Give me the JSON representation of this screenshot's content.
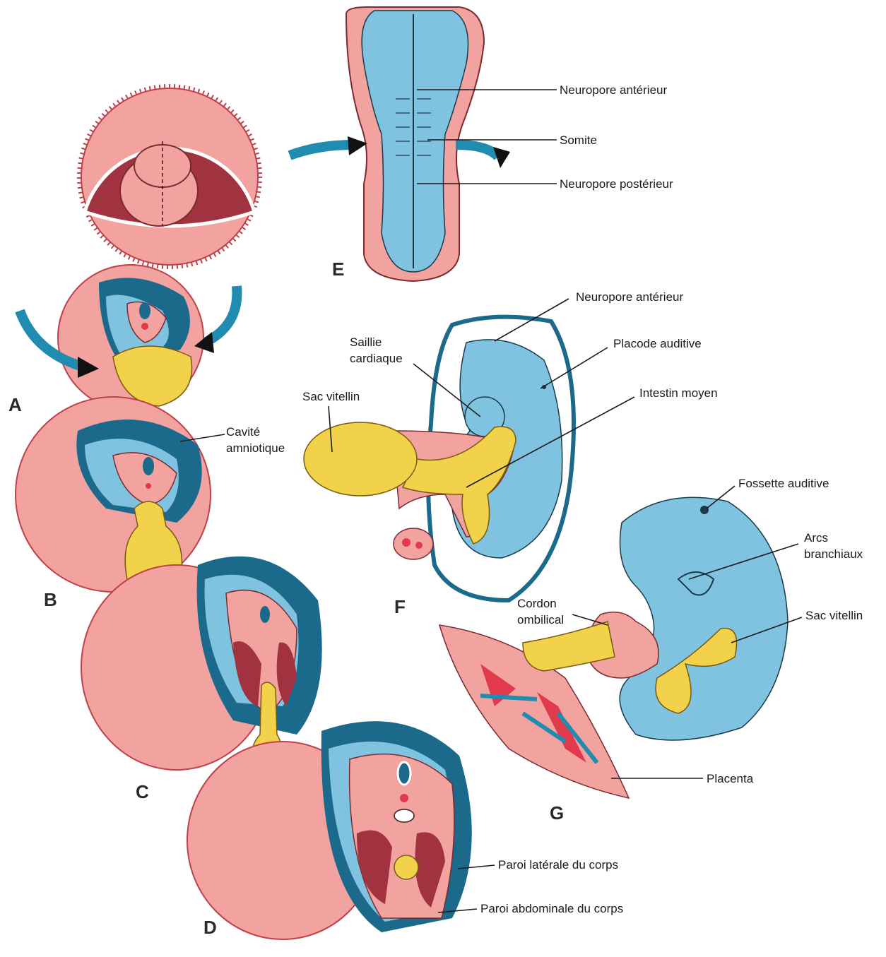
{
  "colors": {
    "pink": "#f2a3a0",
    "pink_dark": "#c0404a",
    "red": "#e23a4c",
    "blue_light": "#7fc3e0",
    "blue_dark": "#1b6a8c",
    "yellow": "#f2d24a",
    "maroon": "#a1323f"
  },
  "panels": {
    "a": "A",
    "b": "B",
    "c": "C",
    "d": "D",
    "e": "E",
    "f": "F",
    "g": "G"
  },
  "labels": {
    "e_neuropore_anterieur": "Neuropore antérieur",
    "e_somite": "Somite",
    "e_neuropore_posterieur": "Neuropore postérieur",
    "b_cavite_1": "Cavité",
    "b_cavite_2": "amniotique",
    "f_neuropore_anterieur": "Neuropore antérieur",
    "f_saillie_1": "Saillie",
    "f_saillie_2": "cardiaque",
    "f_placode": "Placode auditive",
    "f_sac_vitellin": "Sac vitellin",
    "f_intestin": "Intestin moyen",
    "g_fossette": "Fossette auditive",
    "g_arcs_1": "Arcs",
    "g_arcs_2": "branchiaux",
    "g_cordon_1": "Cordon",
    "g_cordon_2": "ombilical",
    "g_sac_vitellin": "Sac vitellin",
    "g_placenta": "Placenta",
    "d_paroi_laterale": "Paroi latérale du corps",
    "d_paroi_abdominale": "Paroi abdominale du corps"
  }
}
